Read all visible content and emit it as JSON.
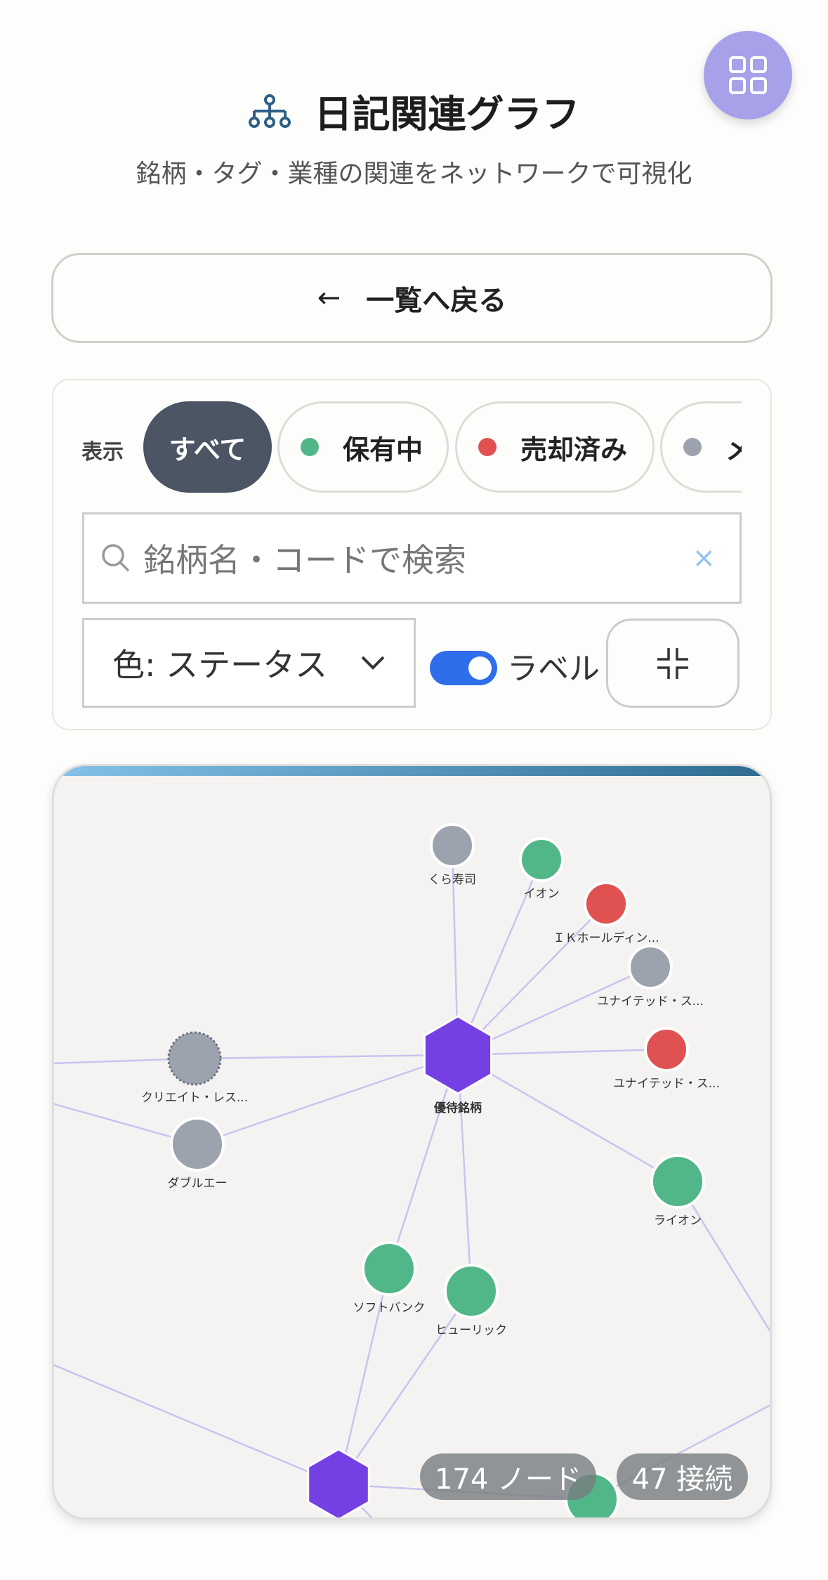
{
  "header": {
    "title": "日記関連グラフ",
    "subtitle": "銘柄・タグ・業種の関連をネットワークで可視化",
    "title_icon": "sitemap-icon",
    "menu_icon": "grid-icon"
  },
  "back_button": {
    "arrow": "←",
    "label": "一覧へ戻る"
  },
  "filters": {
    "show_label": "表示",
    "chips": [
      {
        "label": "すべて",
        "active": true
      },
      {
        "label": "保有中",
        "color": "#52b788"
      },
      {
        "label": "売却済み",
        "color": "#e05252"
      },
      {
        "label": "メ",
        "color": "#9ca3af"
      }
    ],
    "search": {
      "placeholder": "銘柄名・コードで検索",
      "clear": "×"
    },
    "color_select": {
      "value": "色: ステータス"
    },
    "label_toggle": {
      "label": "ラベル",
      "on": true
    }
  },
  "graph": {
    "colors": {
      "holding": "#52b788",
      "sold": "#e05252",
      "other": "#9ca3af",
      "tag": "#7540e3",
      "edge": "#c9c3f0"
    },
    "nodes": [
      {
        "id": "tag1",
        "label": "優待銘柄",
        "type": "tag"
      },
      {
        "id": "kura",
        "label": "くら寿司",
        "type": "other"
      },
      {
        "id": "aeon",
        "label": "イオン",
        "type": "holding"
      },
      {
        "id": "ik",
        "label": "ＩＫホールディン...",
        "type": "sold"
      },
      {
        "id": "u1",
        "label": "ユナイテッド・ス...",
        "type": "other"
      },
      {
        "id": "u2",
        "label": "ユナイテッド・ス...",
        "type": "sold"
      },
      {
        "id": "create",
        "label": "クリエイト・レス...",
        "type": "other",
        "dashed": true
      },
      {
        "id": "wa",
        "label": "ダブルエー",
        "type": "other"
      },
      {
        "id": "lion",
        "label": "ライオン",
        "type": "holding"
      },
      {
        "id": "sb",
        "label": "ソフトバンク",
        "type": "holding"
      },
      {
        "id": "hulic",
        "label": "ヒューリック",
        "type": "holding"
      },
      {
        "id": "tag2",
        "label": "",
        "type": "tag"
      },
      {
        "id": "g3",
        "label": "",
        "type": "holding"
      }
    ],
    "edges": [
      [
        "tag1",
        "kura"
      ],
      [
        "tag1",
        "aeon"
      ],
      [
        "tag1",
        "ik"
      ],
      [
        "tag1",
        "u1"
      ],
      [
        "tag1",
        "u2"
      ],
      [
        "tag1",
        "create"
      ],
      [
        "tag1",
        "wa"
      ],
      [
        "tag1",
        "lion"
      ],
      [
        "tag1",
        "sb"
      ],
      [
        "tag1",
        "hulic"
      ],
      [
        "tag2",
        "sb"
      ],
      [
        "tag2",
        "hulic"
      ],
      [
        "tag2",
        "g3"
      ]
    ],
    "node_count": "174 ノード",
    "edge_count": "47 接続"
  }
}
